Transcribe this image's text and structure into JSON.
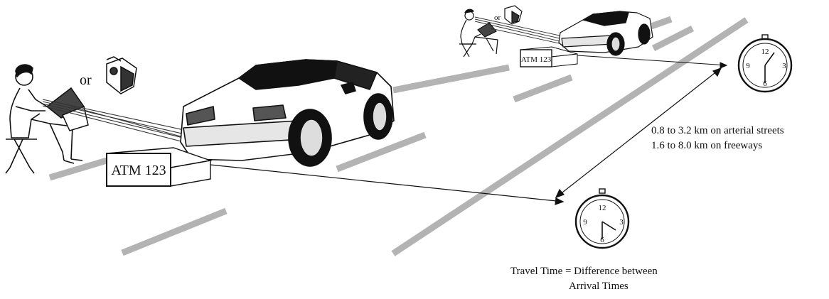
{
  "near_station": {
    "or_label": "or",
    "plate": "ATM 123",
    "clock_numbers": [
      "12",
      "3",
      "6",
      "9"
    ]
  },
  "far_station": {
    "or_label": "or",
    "plate": "ATM 123",
    "clock_numbers": [
      "12",
      "3",
      "6",
      "9"
    ]
  },
  "distance_notes": {
    "line1": "0.8 to 3.2 km on arterial streets",
    "line2": "1.6 to 8.0 km on freeways"
  },
  "caption": {
    "line1": "Travel Time = Difference between",
    "line2": "Arrival Times"
  },
  "colors": {
    "lane_marking": "#b3b3b3",
    "ink": "#111111",
    "background": "#ffffff"
  }
}
